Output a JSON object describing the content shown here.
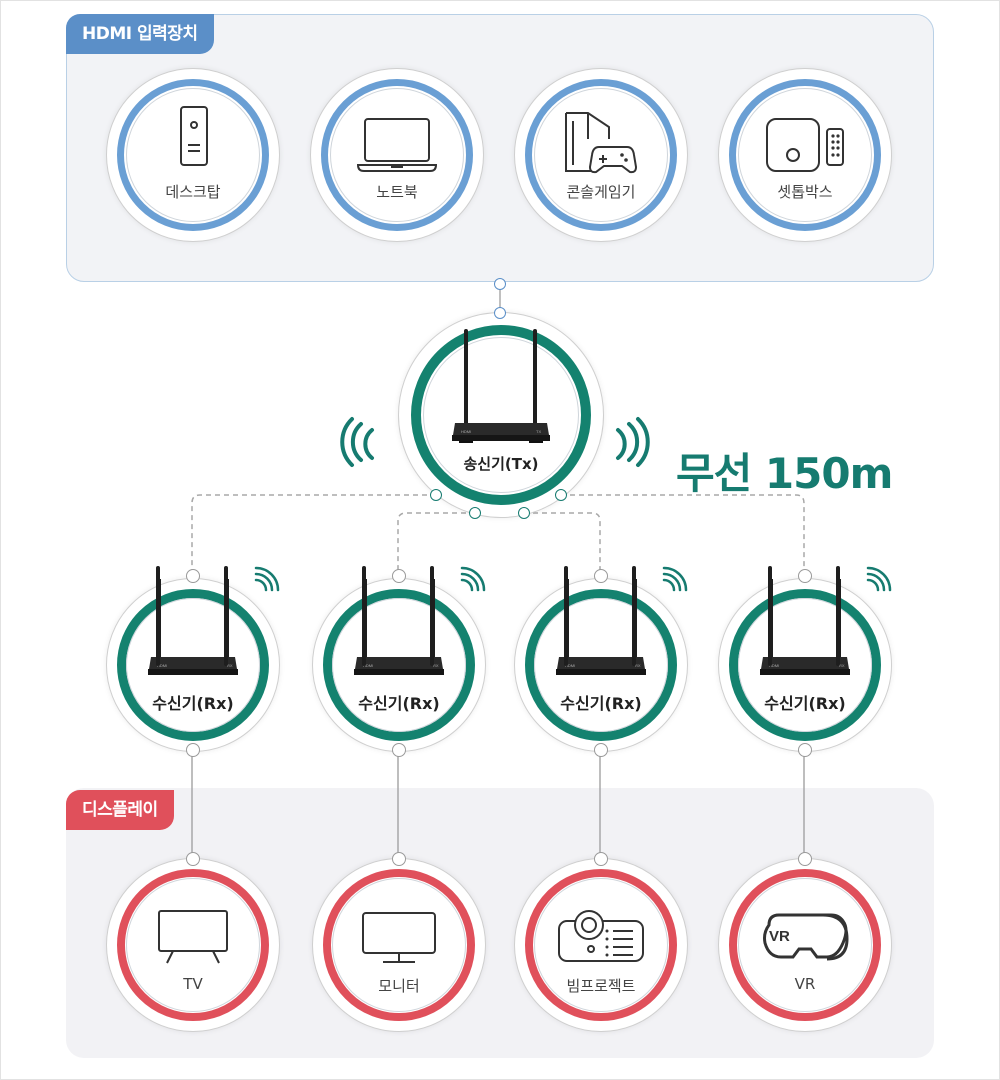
{
  "input_panel": {
    "tag": "HDMI 입력장치"
  },
  "inputs": [
    {
      "label": "데스크탑",
      "icon": "desktop-icon"
    },
    {
      "label": "노트북",
      "icon": "laptop-icon"
    },
    {
      "label": "콘솔게임기",
      "icon": "game-console-icon"
    },
    {
      "label": "셋톱박스",
      "icon": "settop-box-icon"
    }
  ],
  "transmitter": {
    "label": "송신기(Tx)",
    "icon": "wireless-router-icon"
  },
  "headline": "무선 150m",
  "receivers": [
    {
      "label": "수신기(Rx)"
    },
    {
      "label": "수신기(Rx)"
    },
    {
      "label": "수신기(Rx)"
    },
    {
      "label": "수신기(Rx)"
    }
  ],
  "output_panel": {
    "tag": "디스플레이"
  },
  "outputs": [
    {
      "label": "TV",
      "icon": "tv-icon"
    },
    {
      "label": "모니터",
      "icon": "monitor-icon"
    },
    {
      "label": "빔프로젝트",
      "icon": "projector-icon"
    },
    {
      "label": "VR",
      "icon": "vr-headset-icon",
      "badge": "VR"
    }
  ],
  "colors": {
    "input": "#6a9fd4",
    "wireless": "#14826f",
    "display": "#e0505b"
  }
}
